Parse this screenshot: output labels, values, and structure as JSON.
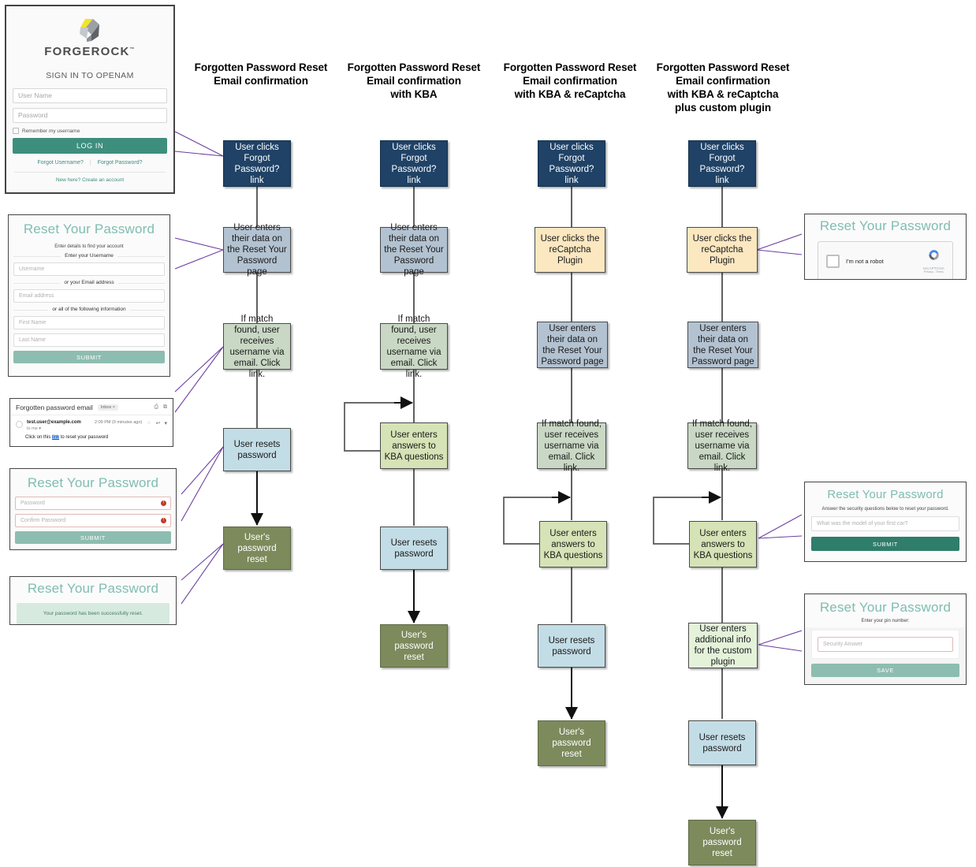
{
  "columns": [
    {
      "title_lines": [
        "Forgotten Password Reset",
        "Email confirmation"
      ]
    },
    {
      "title_lines": [
        "Forgotten Password Reset",
        "Email confirmation",
        "with KBA"
      ]
    },
    {
      "title_lines": [
        "Forgotten Password Reset",
        "Email confirmation",
        "with KBA & reCaptcha"
      ]
    },
    {
      "title_lines": [
        "Forgotten Password Reset",
        "Email confirmation",
        "with KBA & reCaptcha",
        "plus custom plugin"
      ]
    }
  ],
  "nodes": {
    "c1": [
      {
        "text": "User clicks Forgot Password? link",
        "style": "dark"
      },
      {
        "text": "User enters their data on the Reset Your Password page",
        "style": "steel"
      },
      {
        "text": "If match found, user receives username via email. Click link.",
        "style": "sage"
      },
      {
        "text": "User resets password",
        "style": "blue"
      },
      {
        "text": "User's password reset",
        "style": "olive"
      }
    ],
    "c2": [
      {
        "text": "User clicks Forgot Password? link",
        "style": "dark"
      },
      {
        "text": "User enters their data on the Reset Your Password page",
        "style": "steel"
      },
      {
        "text": "If match found, user receives username via email. Click link.",
        "style": "sage"
      },
      {
        "text": "User enters answers to KBA questions",
        "style": "green"
      },
      {
        "text": "User resets password",
        "style": "blue"
      },
      {
        "text": "User's password reset",
        "style": "olive"
      }
    ],
    "c3": [
      {
        "text": "User clicks Forgot Password? link",
        "style": "dark"
      },
      {
        "text": "User clicks the reCaptcha Plugin",
        "style": "cream"
      },
      {
        "text": "User enters their data on the Reset Your Password page",
        "style": "steel"
      },
      {
        "text": "If match found, user receives username via email. Click link.",
        "style": "sage"
      },
      {
        "text": "User enters answers to KBA questions",
        "style": "green"
      },
      {
        "text": "User resets password",
        "style": "blue"
      },
      {
        "text": "User's password reset",
        "style": "olive"
      }
    ],
    "c4": [
      {
        "text": "User clicks Forgot Password? link",
        "style": "dark"
      },
      {
        "text": "User clicks the reCaptcha Plugin",
        "style": "cream"
      },
      {
        "text": "User enters their data on the Reset Your Password page",
        "style": "steel"
      },
      {
        "text": "If match found, user receives username via email. Click link.",
        "style": "sage"
      },
      {
        "text": "User enters answers to KBA questions",
        "style": "green"
      },
      {
        "text": "User enters additional info for the custom plugin",
        "style": "mint"
      },
      {
        "text": "User resets password",
        "style": "blue"
      },
      {
        "text": "User's password reset",
        "style": "olive"
      }
    ]
  },
  "login": {
    "brand": "FORGEROCK",
    "trademark": "™",
    "heading": "SIGN IN TO OPENAM",
    "username_placeholder": "User Name",
    "password_placeholder": "Password",
    "remember_label": "Remember my username",
    "login_button": "LOG IN",
    "forgot_username": "Forgot Username?",
    "separator": "|",
    "forgot_password": "Forgot Password?",
    "new_here": "New here?",
    "create_account": "Create an account"
  },
  "reset_find": {
    "title": "Reset Your Password",
    "subtitle": "Enter details to find your account",
    "div_username": "Enter your Username",
    "username_placeholder": "Username",
    "div_email": "or your Email address",
    "email_placeholder": "Email address",
    "div_all": "or all of the following information",
    "first_placeholder": "First Name",
    "last_placeholder": "Last Name",
    "submit": "SUBMIT"
  },
  "email": {
    "subject": "Forgotten password email",
    "inbox_chip": "Inbox",
    "chip_x": "×",
    "print_icon": "⎙",
    "popout_icon": "⧉",
    "from": "test.user@example.com",
    "to": "to me",
    "to_caret": "▾",
    "time": "2:09 PM (0 minutes ago)",
    "star": "☆",
    "reply": "↩",
    "more": "▾",
    "body_pre": "Click on this ",
    "body_link": "link",
    "body_post": " to reset your password"
  },
  "reset_pw": {
    "title": "Reset Your Password",
    "password_placeholder": "Password",
    "confirm_placeholder": "Confirm Password",
    "error_glyph": "!",
    "submit": "SUBMIT"
  },
  "reset_done": {
    "title": "Reset Your Password",
    "message": "Your password has been successfully reset."
  },
  "recaptcha_panel": {
    "title": "Reset Your Password",
    "checkbox_label": "I'm not a robot",
    "brand": "reCAPTCHA",
    "privacy_terms": "Privacy - Terms"
  },
  "kba_panel": {
    "title": "Reset Your Password",
    "instruction": "Answer the security questions below to reset your password.",
    "question_placeholder": "What was the model of your first car?",
    "submit": "SUBMIT"
  },
  "plugin_panel": {
    "title": "Reset Your Password",
    "instruction": "Enter your pin number:",
    "answer_placeholder": "Security Answer",
    "save": "SAVE"
  },
  "colors": {
    "start": "#1f4266",
    "entry": "#b3c2d1",
    "email": "#c9d8c4",
    "kba": "#d5e3b6",
    "captcha": "#fbe7c0",
    "plugin": "#e4f2da",
    "reset": "#c3dde6",
    "done": "#7c8a5c",
    "brand_green": "#3e8e7e",
    "heading_teal": "#7fbdb0",
    "connector": "#6b3fa0"
  }
}
